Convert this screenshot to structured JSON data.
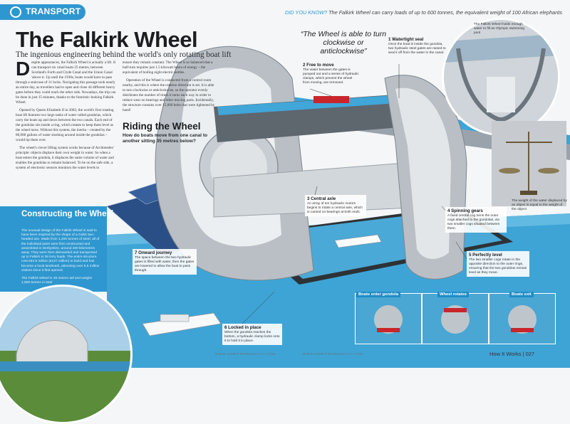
{
  "header": {
    "section_label": "TRANSPORT",
    "did_you_know_label": "DID YOU KNOW?",
    "did_you_know_text": "The Falkirk Wheel can carry loads of up to 600 tonnes, the equivalent weight of 100 African elephants"
  },
  "article": {
    "title": "The Falkirk Wheel",
    "subtitle": "The ingenious engineering behind the world's only rotating boat lift",
    "dropcap": "D",
    "col1_p1": "espite appearances, the Falkirk Wheel is actually a lift. It can transport six canal boats 25 metres, between Scotland's Forth and Clyde Canal and the Union Canal 'above it. Up until the 1930s, boats would have to pass through a staircase of 11 locks. Navigating this passage took nearly an entire day, as travellers had to open and close 44 different heavy gates before they could reach the other side. Nowadays, the trip can be done in just 15 minutes, thanks to the futuristic-looking Falkirk Wheel.",
    "col1_p2": "Opened by Queen Elizabeth II in 2002, the world's first rotating boat lift features two large tanks of water called gondolas, which carry the boats up and down between the two canals. Each end of the gondolas sits inside a ring, which rotates to keep them level as the wheel turns. Without this system, the inertia – created by the 80,000 gallons of water sloshing around inside the gondolas – would tip them over.",
    "col1_p3": "The wheel's clever lifting system works because of Archimedes' principle: objects displace their own weight in water. So when a boat enters the gondola, it displaces the same volume of water and enables the gondolas to remain balanced. To be on the safe side, a system of electronic sensors monitors the water levels to",
    "col2_p1": "ensure they remain constant. The Wheel is so balanced that a half-turn requires just 1.5 kilowatt hours of energy – the equivalent of boiling eight electric kettles.",
    "col2_p2": "Operation of the Wheel is conducted from a control room nearby, and this is where the rotation direction is set. It is able to turn clockwise or anticlockwise, so the operator evenly distributes the number of times it turns each way in order to reduce wear on bearings and other moving parts. Incidentally, the structure contains over 15,000 bolts that were tightened by hand!",
    "riding_title": "Riding the Wheel",
    "riding_subtitle": "How do boats move from one canal to another sitting 35 metres below?",
    "quote": "“The Wheel is able to turn clockwise or anticlockwise”"
  },
  "constructing": {
    "title": "Constructing the Wheel",
    "body": "The unusual design of the Falkirk Wheel is said to have been inspired by the shape of a Celtic two-headed axe. Made from 1,200 tonnes of steel, all of the individual parts were first constructed and assembled in Derbyshire, around 400 kilometres away. They were then dismantled and transported up to Falkirk in 35 lorry loads. The entire structure cost £84.5 million (€127 million) to build and has become a local landmark, attracting over 5.5 million visitors since it first opened.",
    "note": "The Falkirk Wheel is 35 metres tall and weighs 1,800 tonnes in total"
  },
  "callouts": [
    {
      "title": "1 Watertight seal",
      "text": "Once the boat is inside the gondola, two hydraulic steel gates are raised to seal it off from the water in the canal."
    },
    {
      "title": "2 Free to move",
      "text": "The water between the gates is pumped out and a series of hydraulic clamps, which prevent the wheel from moving, are removed."
    },
    {
      "title": "3 Central axle",
      "text": "An array of ten hydraulic motors begins to rotate a central axle, which is carried on bearings at both ends."
    },
    {
      "title": "4 Spinning gears",
      "text": "A fixed central cog turns the outer cogs attached to the gondolas, via two smaller cogs situated between them."
    },
    {
      "title": "5 Perfectly level",
      "text": "The two smaller cogs rotate in the opposite direction to the outer rings, ensuring that the two gondolas remain level as they move."
    },
    {
      "title": "6 Locked in place",
      "text": "When the gondola reaches the bottom, a hydraulic clamp locks onto it to hold it in place."
    },
    {
      "title": "7 Onward journey",
      "text": "The space between the two hydraulic gates is filled with water, then the gates are lowered to allow the boat to pass through."
    }
  ],
  "photo_captions": {
    "pool": "The Falkirk Wheel holds enough water to fill an Olympic swimming pool",
    "scale": "The weight of the water displaced by an object is equal to the weight of the object"
  },
  "panels": [
    "Boats enter gondola",
    "Wheel rotates",
    "Boats exit"
  ],
  "footer": {
    "website": "WWW.HOWITWORKSDAILY.COM",
    "page_label": "How It Works | 027"
  },
  "colors": {
    "accent": "#2f97cf",
    "water": "#3ea4d6",
    "steel": "#c9ced3"
  }
}
